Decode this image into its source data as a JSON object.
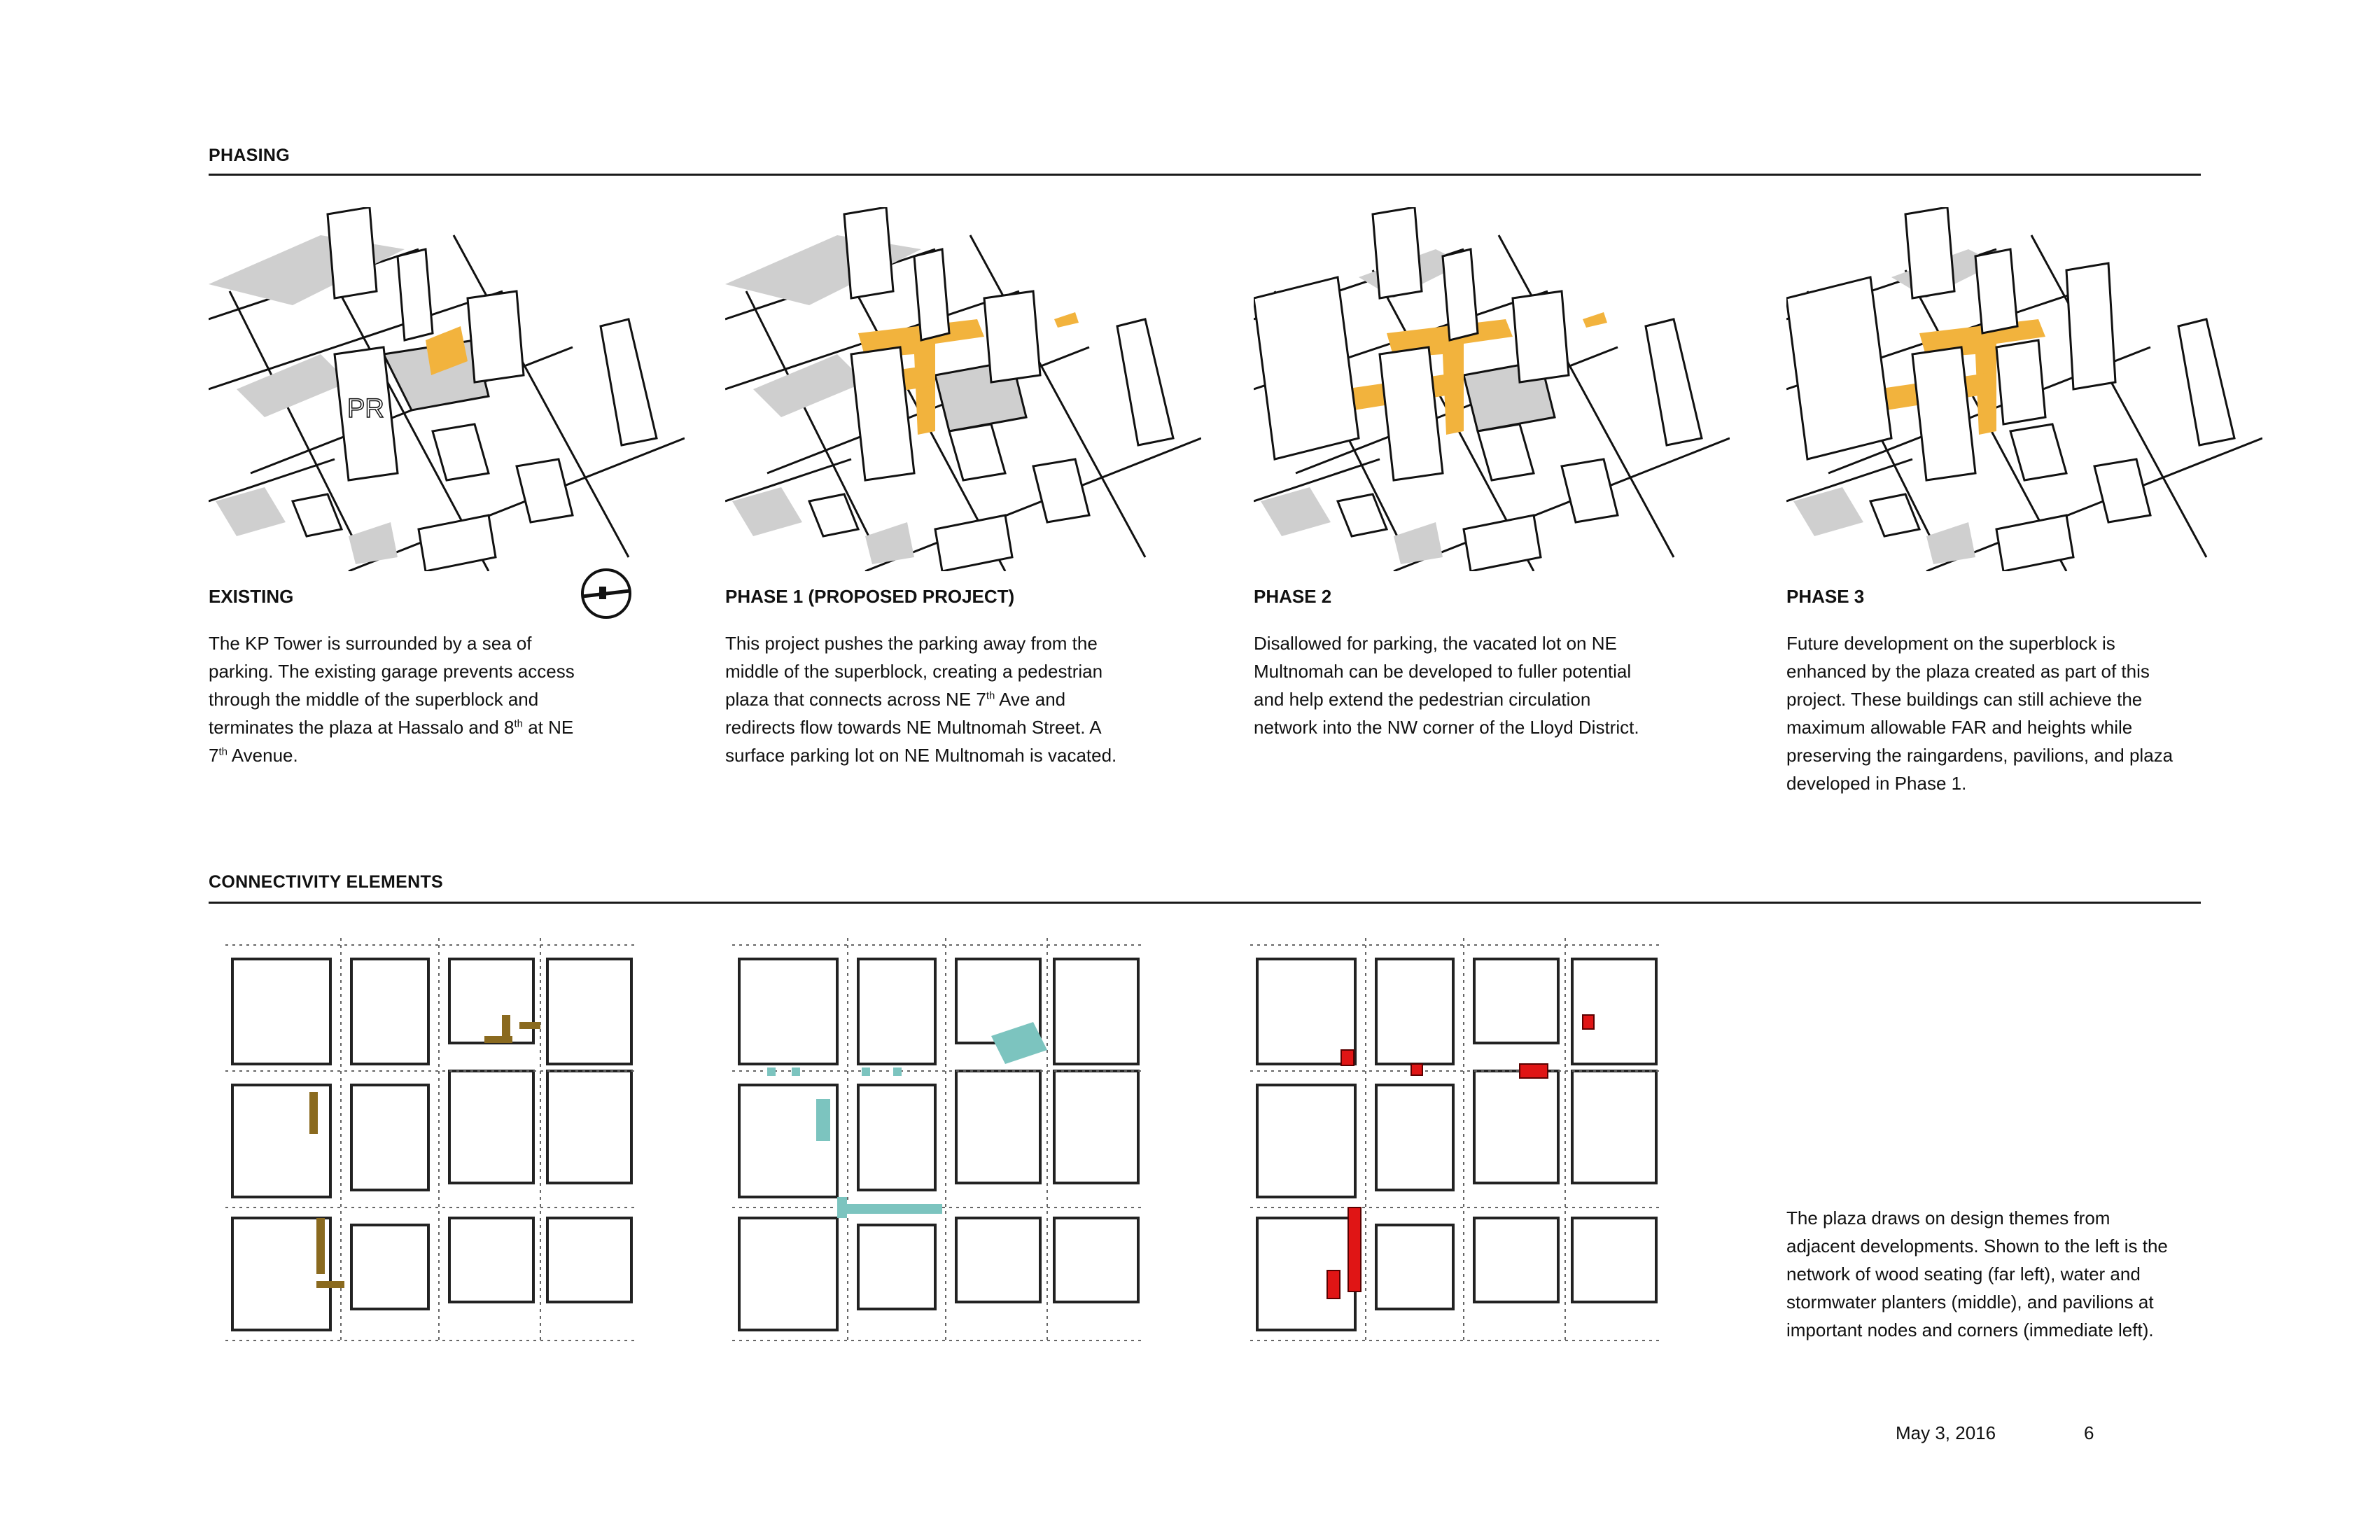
{
  "phasing": {
    "title": "PHASING",
    "columns": [
      {
        "heading": "EXISTING",
        "body": [
          "The KP Tower is surrounded by a sea of",
          "parking.  The existing garage prevents access",
          "through the middle of the superblock and",
          "terminates the plaza at Hassalo and 8",
          "th",
          " at NE",
          "7",
          "th",
          " Avenue."
        ],
        "tower_letters": "PR"
      },
      {
        "heading": "PHASE 1 (PROPOSED PROJECT)",
        "body": [
          "This project pushes the parking away from the",
          "middle of the superblock, creating a pedestrian",
          "plaza that connects across NE 7",
          "th",
          " Ave and",
          "redirects flow towards NE Multnomah Street.  A",
          "surface parking lot on NE Multnomah is vacated."
        ]
      },
      {
        "heading": "PHASE 2",
        "body": [
          "Disallowed for parking, the vacated lot on NE",
          "Multnomah can be developed to fuller potential",
          "and help extend the pedestrian circulation",
          "network into the NW corner of the Lloyd District."
        ]
      },
      {
        "heading": "PHASE 3",
        "body": [
          "Future development on the superblock is",
          "enhanced by the plaza created as part of this",
          "project.  These buildings can still achieve the",
          "maximum allowable FAR and heights while",
          "preserving the raingardens, pavilions, and plaza",
          "developed in Phase 1."
        ]
      }
    ]
  },
  "connectivity": {
    "title": "CONNECTIVITY ELEMENTS",
    "plans": [
      {
        "element": "wood seating",
        "highlight_color": "#8a6a1f"
      },
      {
        "element": "water and stormwater planters",
        "highlight_color": "#7cc4bf"
      },
      {
        "element": "pavilions",
        "highlight_color": "#e01515"
      }
    ],
    "caption": [
      "The plaza draws on design themes from",
      "adjacent developments.  Shown to the left is the",
      "network of wood seating (far left), water and",
      "stormwater planters (middle), and pavilions at",
      "important nodes and corners (immediate left)."
    ]
  },
  "colors": {
    "plaza_orange": "#f2b33d",
    "parking_gray": "#cfcfcf",
    "wood": "#8a6a1f",
    "water": "#7cc4bf",
    "pavilion_red": "#e01515"
  },
  "footer": {
    "date": "May 3, 2016",
    "page": "6"
  }
}
